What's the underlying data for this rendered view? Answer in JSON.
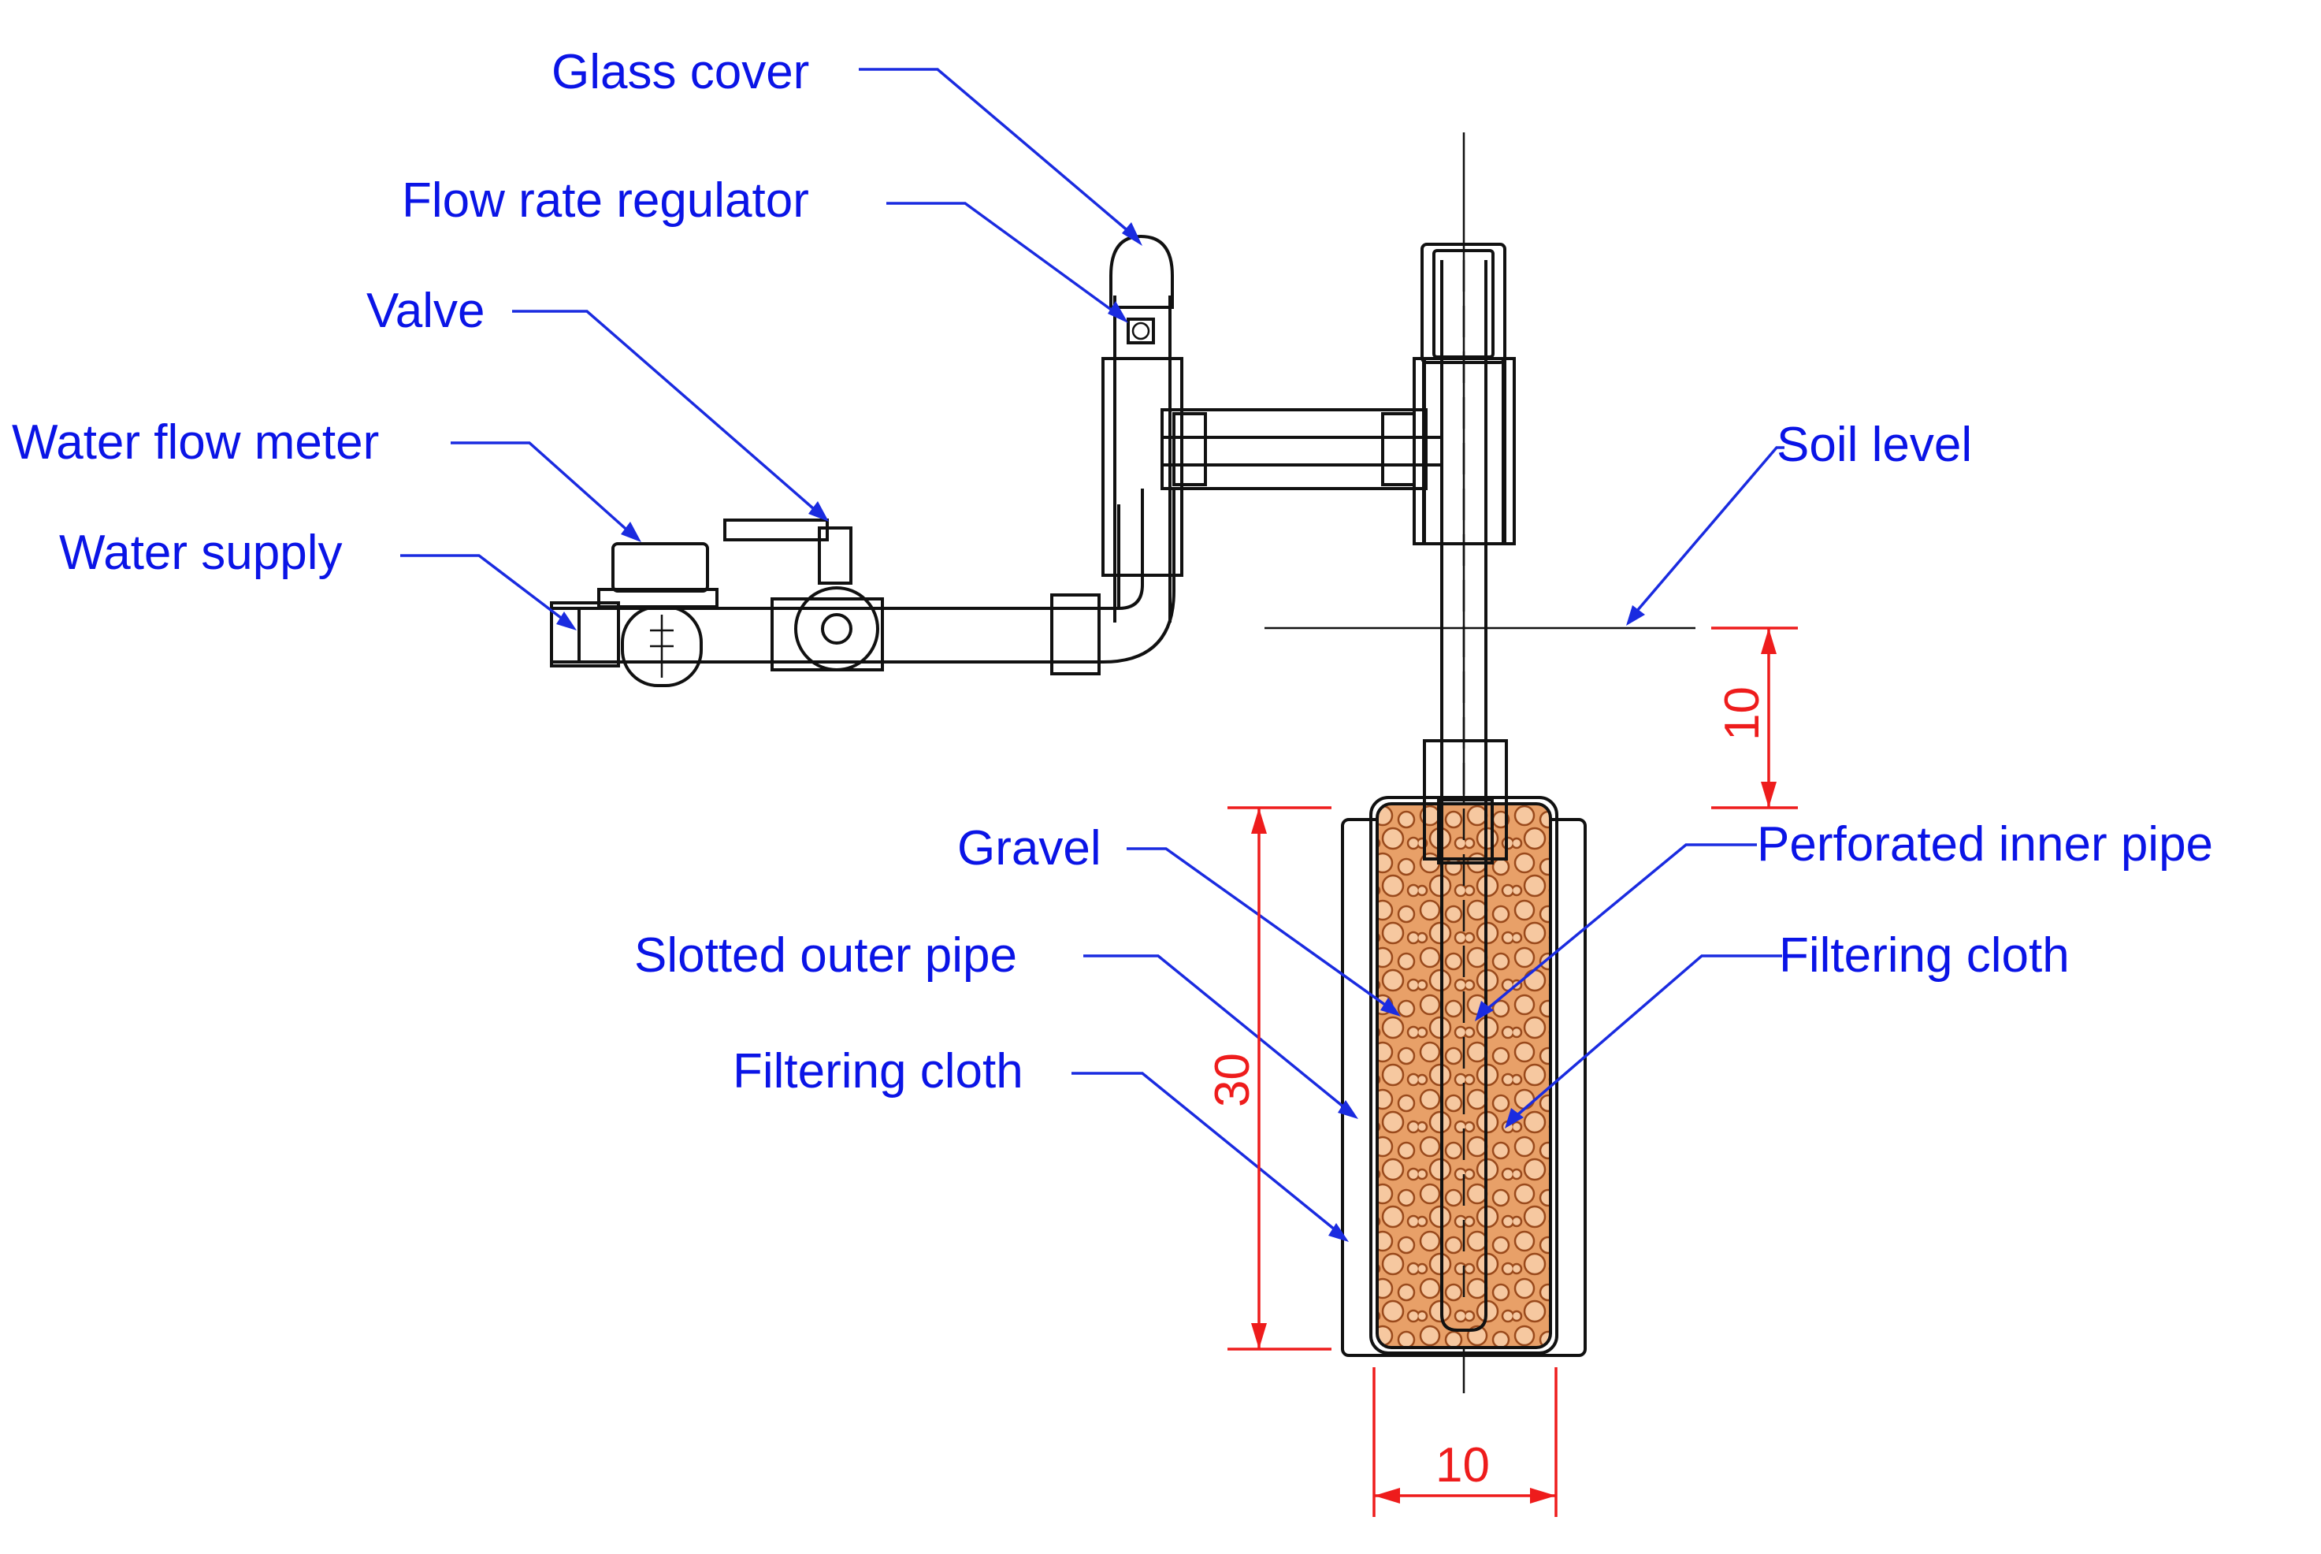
{
  "labels": {
    "glass_cover": "Glass cover",
    "flow_rate_regulator": "Flow rate regulator",
    "valve": "Valve",
    "water_flow_meter": "Water flow meter",
    "water_supply": "Water supply",
    "soil_level": "Soil level",
    "gravel": "Gravel",
    "perforated_inner_pipe": "Perforated inner pipe",
    "slotted_outer_pipe": "Slotted outer pipe",
    "filtering_cloth_right": "Filtering cloth",
    "filtering_cloth_left": "Filtering cloth"
  },
  "dimensions": {
    "depth_below_soil": "10",
    "chamber_height": "30",
    "chamber_width": "10"
  },
  "colors": {
    "label": "#0a14e6",
    "dimension": "#ee1c1c",
    "gravel_fill": "#e8a068",
    "gravel_stroke": "#9a4a1c"
  }
}
